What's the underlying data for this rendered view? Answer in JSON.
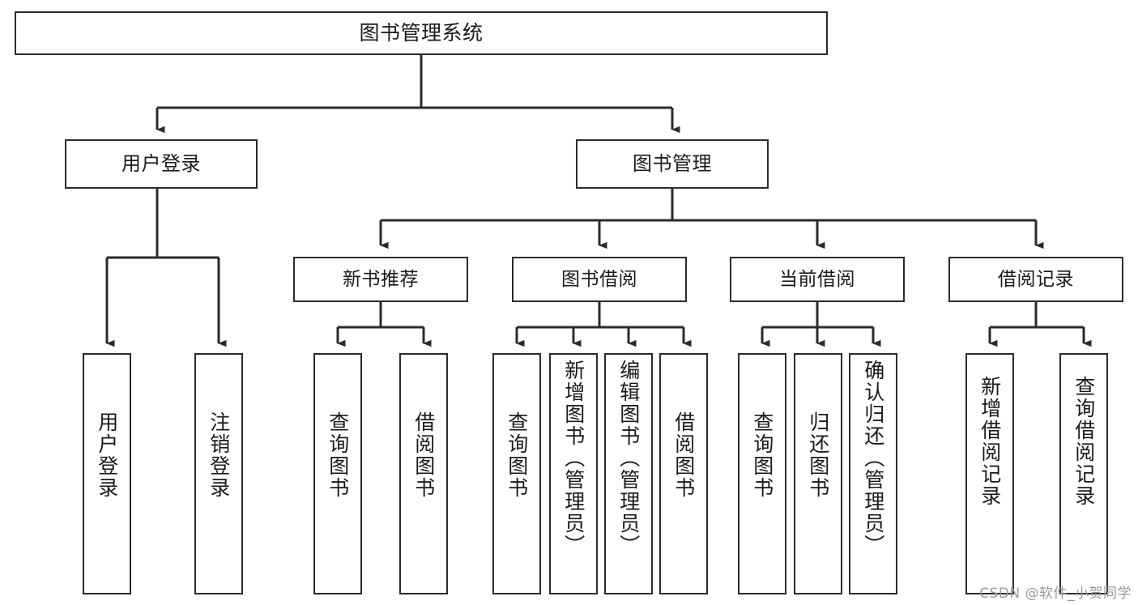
{
  "diagram": {
    "title": "图书管理系统",
    "watermark": "CSDN @软件_小贺同学",
    "stroke_color": "#2b2b2b",
    "background_color": "#ffffff",
    "root": {
      "id": "root",
      "label": "图书管理系统"
    },
    "level2": [
      {
        "id": "user-login",
        "label": "用户登录"
      },
      {
        "id": "book-manage",
        "label": "图书管理"
      }
    ],
    "level3": [
      {
        "id": "new-book-recommend",
        "label": "新书推荐",
        "parent": "book-manage"
      },
      {
        "id": "book-borrow",
        "label": "图书借阅",
        "parent": "book-manage"
      },
      {
        "id": "current-borrow",
        "label": "当前借阅",
        "parent": "book-manage"
      },
      {
        "id": "borrow-record",
        "label": "借阅记录",
        "parent": "book-manage"
      }
    ],
    "leaves": [
      {
        "id": "leaf-user-login",
        "label": "用户登录",
        "parent": "user-login"
      },
      {
        "id": "leaf-logout-login",
        "label": "注销登录",
        "parent": "user-login"
      },
      {
        "id": "leaf-query-book-1",
        "label": "查询图书",
        "parent": "new-book-recommend"
      },
      {
        "id": "leaf-borrow-book-1",
        "label": "借阅图书",
        "parent": "new-book-recommend"
      },
      {
        "id": "leaf-query-book-2",
        "label": "查询图书",
        "parent": "book-borrow"
      },
      {
        "id": "leaf-add-book",
        "label": "新增图书（管理员）",
        "parent": "book-borrow"
      },
      {
        "id": "leaf-edit-book",
        "label": "编辑图书（管理员）",
        "parent": "book-borrow"
      },
      {
        "id": "leaf-borrow-book-2",
        "label": "借阅图书",
        "parent": "book-borrow"
      },
      {
        "id": "leaf-query-book-3",
        "label": "查询图书",
        "parent": "current-borrow"
      },
      {
        "id": "leaf-return-book",
        "label": "归还图书",
        "parent": "current-borrow"
      },
      {
        "id": "leaf-confirm-return",
        "label": "确认归还（管理员）",
        "parent": "current-borrow"
      },
      {
        "id": "leaf-add-record",
        "label": "新增借阅记录",
        "parent": "borrow-record"
      },
      {
        "id": "leaf-query-record",
        "label": "查询借阅记录",
        "parent": "borrow-record"
      }
    ]
  }
}
